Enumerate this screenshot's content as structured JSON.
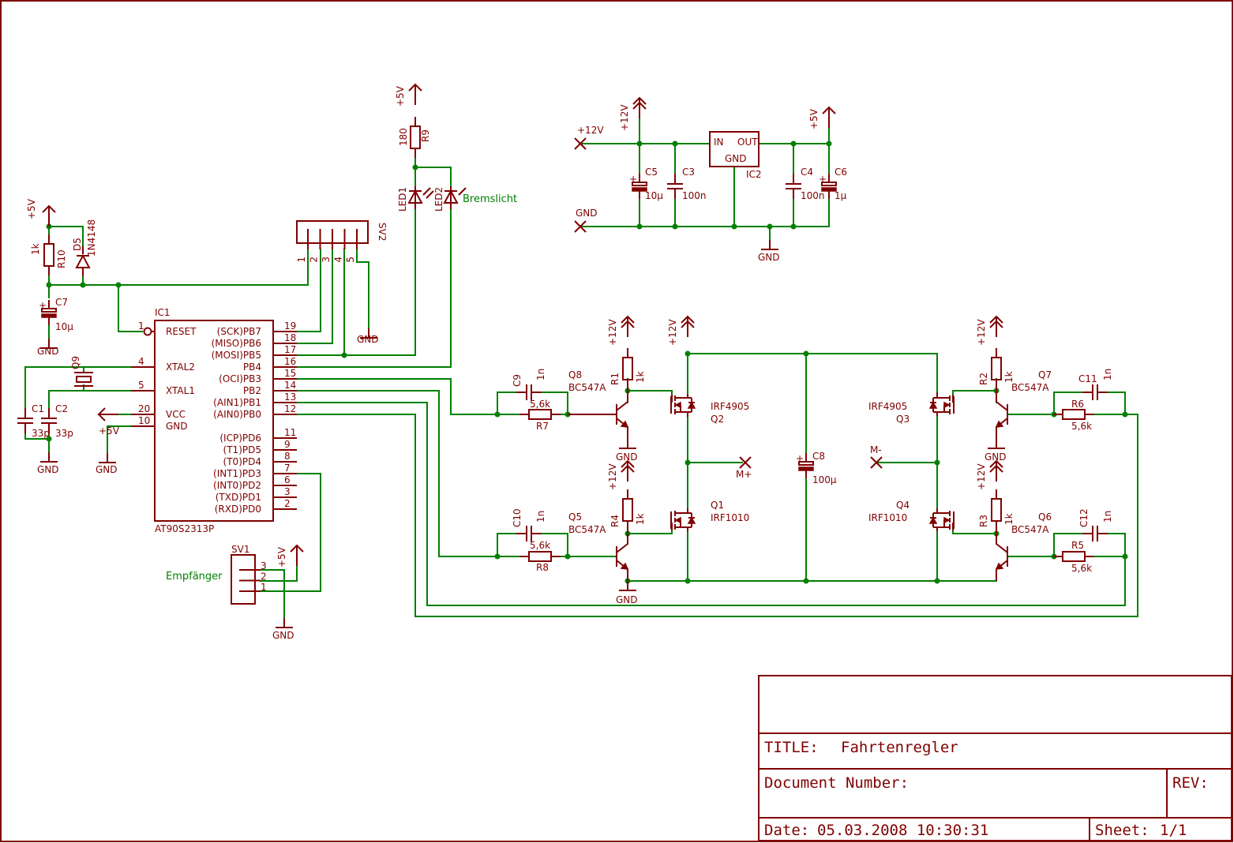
{
  "components": {
    "ic1": {
      "name": "IC1",
      "value": "AT90S2313P",
      "left_pins": [
        {
          "label": "RESET",
          "num": "1"
        },
        {
          "label": "XTAL2",
          "num": "4"
        },
        {
          "label": "XTAL1",
          "num": "5"
        },
        {
          "label": "VCC",
          "num": "20"
        },
        {
          "label": "GND",
          "num": "10"
        }
      ],
      "right_pins": [
        {
          "label": "(SCK)PB7",
          "num": "19"
        },
        {
          "label": "(MISO)PB6",
          "num": "18"
        },
        {
          "label": "(MOSI)PB5",
          "num": "17"
        },
        {
          "label": "PB4",
          "num": "16"
        },
        {
          "label": "(OCI)PB3",
          "num": "15"
        },
        {
          "label": "PB2",
          "num": "14"
        },
        {
          "label": "(AIN1)PB1",
          "num": "13"
        },
        {
          "label": "(AIN0)PB0",
          "num": "12"
        },
        {
          "label": "(ICP)PD6",
          "num": "11"
        },
        {
          "label": "(T1)PD5",
          "num": "9"
        },
        {
          "label": "(T0)PD4",
          "num": "8"
        },
        {
          "label": "(INT1)PD3",
          "num": "7"
        },
        {
          "label": "(INT0)PD2",
          "num": "6"
        },
        {
          "label": "(TXD)PD1",
          "num": "3"
        },
        {
          "label": "(RXD)PD0",
          "num": "2"
        }
      ]
    },
    "ic2": {
      "name": "IC2",
      "pin_in": "IN",
      "pin_out": "OUT",
      "pin_gnd": "GND"
    },
    "sv1": {
      "name": "SV1",
      "pins": [
        "3",
        "2",
        "1"
      ],
      "label": "Empfänger"
    },
    "sv2": {
      "name": "SV2",
      "pins": [
        "1",
        "2",
        "3",
        "4",
        "5"
      ]
    },
    "r1": {
      "name": "R1",
      "value": "1k"
    },
    "r2": {
      "name": "R2",
      "value": "1k"
    },
    "r3": {
      "name": "R3",
      "value": "1k"
    },
    "r4": {
      "name": "R4",
      "value": "1k"
    },
    "r5": {
      "name": "R5",
      "value": "5,6k"
    },
    "r6": {
      "name": "R6",
      "value": "5,6k"
    },
    "r7": {
      "name": "R7",
      "value": "5,6k"
    },
    "r8": {
      "name": "R8",
      "value": "5,6k"
    },
    "r9": {
      "name": "R9",
      "value": "180"
    },
    "r10": {
      "name": "R10",
      "value": "1k"
    },
    "c1": {
      "name": "C1",
      "value": "33p"
    },
    "c2": {
      "name": "C2",
      "value": "33p"
    },
    "c3": {
      "name": "C3",
      "value": "100n"
    },
    "c4": {
      "name": "C4",
      "value": "100n"
    },
    "c5": {
      "name": "C5",
      "value": "10µ"
    },
    "c6": {
      "name": "C6",
      "value": "1µ"
    },
    "c7": {
      "name": "C7",
      "value": "10µ"
    },
    "c8": {
      "name": "C8",
      "value": "100µ"
    },
    "c9": {
      "name": "C9",
      "value": "1n"
    },
    "c10": {
      "name": "C10",
      "value": "1n"
    },
    "c11": {
      "name": "C11",
      "value": "1n"
    },
    "c12": {
      "name": "C12",
      "value": "1n"
    },
    "q1": {
      "name": "Q1",
      "value": "IRF1010"
    },
    "q2": {
      "name": "Q2",
      "value": "IRF4905"
    },
    "q3": {
      "name": "Q3",
      "value": "IRF4905"
    },
    "q4": {
      "name": "Q4",
      "value": "IRF1010"
    },
    "q5": {
      "name": "Q5",
      "value": "BC547A"
    },
    "q6": {
      "name": "Q6",
      "value": "BC547A"
    },
    "q7": {
      "name": "Q7",
      "value": "BC547A"
    },
    "q8": {
      "name": "Q8",
      "value": "BC547A"
    },
    "q9": {
      "name": "Q9"
    },
    "d5": {
      "name": "D5",
      "value": "1N4148"
    },
    "led1": {
      "name": "LED1"
    },
    "led2": {
      "name": "LED2",
      "label": "Bremslicht"
    }
  },
  "supplies": {
    "v5": "+5V",
    "v12": "+12V",
    "gnd": "GND"
  },
  "nets": {
    "v12_in": "+12V",
    "gnd_in": "GND",
    "m_plus": "M+",
    "m_minus": "M-"
  },
  "title_block": {
    "title_label": "TITLE:",
    "title": "Fahrtenregler",
    "docnum_label": "Document Number:",
    "rev_label": "REV:",
    "date_label": "Date:",
    "date": "05.03.2008 10:30:31",
    "sheet_label": "Sheet:",
    "sheet": "1/1"
  }
}
